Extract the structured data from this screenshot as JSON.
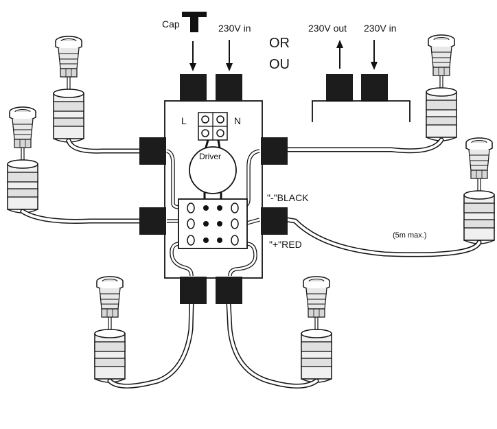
{
  "labels": {
    "cap": "Cap",
    "in_left": "230V in",
    "or": "OR",
    "ou": "OU",
    "out": "230V out",
    "in_right": "230V in",
    "terminal_l": "L",
    "terminal_n": "N",
    "driver": "Driver",
    "black": "\"-\"BLACK",
    "red": "\"+\"RED",
    "max_length": "(5m max.)"
  },
  "colors": {
    "ink": "#111111",
    "connector": "#1c1c1c",
    "cable": "#ffffff",
    "lamp_fill": "#e8e8e8"
  }
}
